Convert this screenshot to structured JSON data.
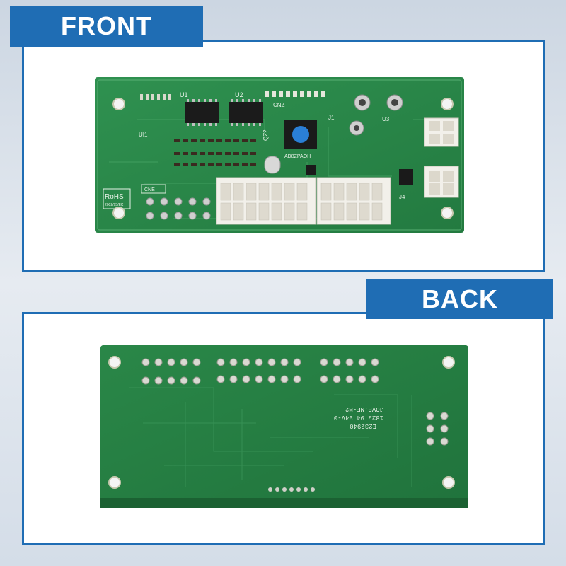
{
  "front": {
    "label": "FRONT",
    "silkscreen": {
      "u1": "U1",
      "u2": "U2",
      "cnz": "CNZ",
      "u11": "UI1",
      "qz2": "QZ2",
      "chip": "AD8ZPAOH",
      "u3": "U3",
      "j1": "J1",
      "j4": "J4",
      "rohs": "RoHS",
      "rohs_sub": "2002/95/EC",
      "cne": "CNE"
    }
  },
  "back": {
    "label": "BACK",
    "silkscreen": {
      "line1": "E232940",
      "line2": "1822  94  94V-0",
      "line3": "JOVE.ME-M2"
    }
  },
  "colors": {
    "accent": "#1f6db4",
    "pcb_green": "#2c8a4a",
    "pcb_dark": "#1e6b38",
    "connector": "#f2f0ea"
  }
}
